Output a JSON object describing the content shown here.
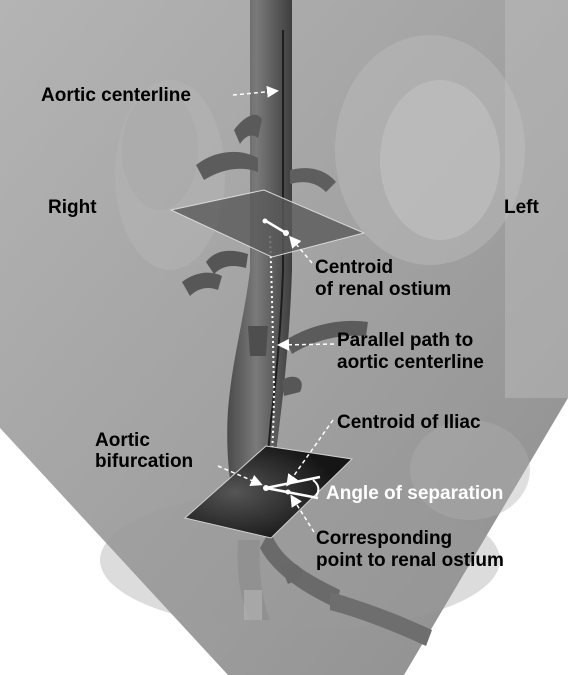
{
  "labels": {
    "aortic_centerline": "Aortic centerline",
    "right": "Right",
    "left": "Left",
    "centroid_renal_1": "Centroid",
    "centroid_renal_2": "of renal ostium",
    "parallel_path_1": "Parallel path to",
    "parallel_path_2": "aortic centerline",
    "centroid_iliac": "Centroid of Iliac",
    "aortic_bifurcation_1": "Aortic",
    "aortic_bifurcation_2": "bifurcation",
    "angle_of_separation": "Angle of separation",
    "corresponding_point_1": "Corresponding",
    "corresponding_point_2": "point to renal ostium"
  },
  "colors": {
    "background": "#ffffff",
    "slab": "#9c9c9c",
    "vessel": "#5a5a5a",
    "label_text": "#000000",
    "highlight_text": "#ffffff"
  }
}
